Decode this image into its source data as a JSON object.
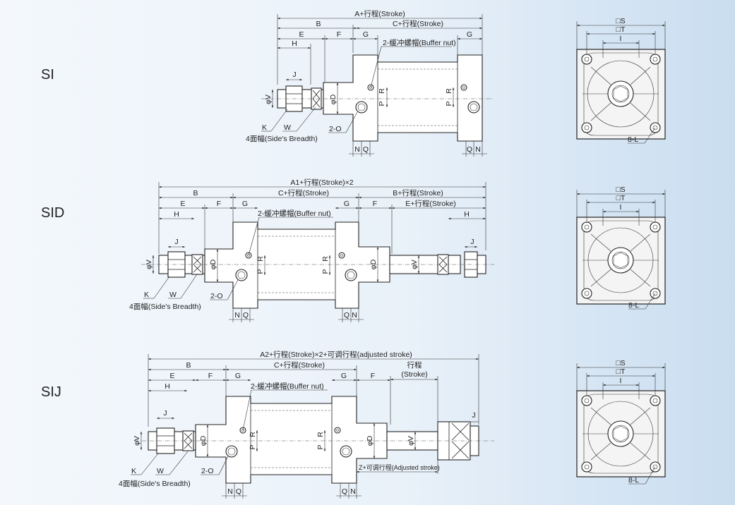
{
  "series": [
    "SI",
    "SID",
    "SIJ"
  ],
  "dims": {
    "a_stroke": "A+行程(Stroke)",
    "c_stroke": "C+行程(Stroke)",
    "a1_stroke": "A1+行程(Stroke)×2",
    "a2_stroke": "A2+行程(Stroke)×2+可调行程(adjusted stroke)",
    "b_stroke": "B+行程(Stroke)",
    "e_stroke": "E+行程(Stroke)",
    "stroke_cn": "行程",
    "stroke_en": "(Stroke)",
    "z_stroke": "Z+可调行程(Adjusted stroke)",
    "buffer_nut": "2-缓冲螺帽(Buffer nut)",
    "side_breadth": "4面幅(Side's Breadth)",
    "two_o": "2-O",
    "eight_l": "8-L",
    "sq_s": "□S",
    "sq_t": "□T",
    "B": "B",
    "E": "E",
    "F": "F",
    "G": "G",
    "H": "H",
    "J": "J",
    "K": "K",
    "W": "W",
    "N": "N",
    "Q": "Q",
    "I": "I",
    "phiV": "φV",
    "phiD": "φD",
    "P": "P",
    "R": "R"
  }
}
